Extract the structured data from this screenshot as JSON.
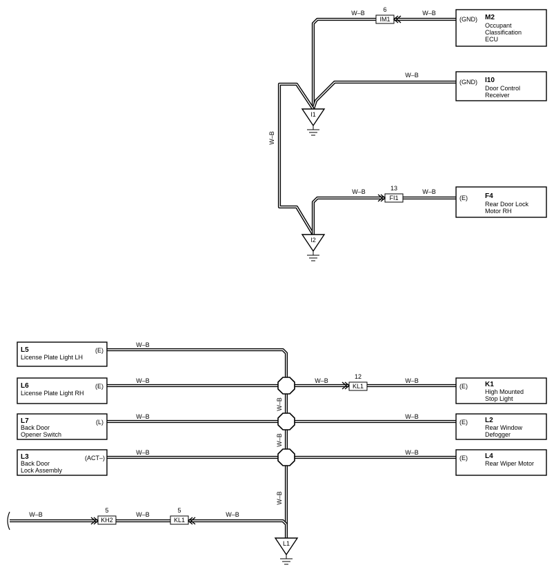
{
  "wire_color": "W–B",
  "components": {
    "m2": {
      "id": "M2",
      "line1": "Occupant",
      "line2": "Classification",
      "line3": "ECU",
      "pin": "(GND)"
    },
    "i10": {
      "id": "I10",
      "line1": "Door Control",
      "line2": "Receiver",
      "pin": "(GND)"
    },
    "f4": {
      "id": "F4",
      "line1": "Rear Door Lock",
      "line2": "Motor RH",
      "pin": "(E)"
    },
    "l5": {
      "id": "L5",
      "line1": "License Plate Light LH",
      "pin": "(E)"
    },
    "l6": {
      "id": "L6",
      "line1": "License Plate Light RH",
      "pin": "(E)"
    },
    "l7": {
      "id": "L7",
      "line1": "Back Door",
      "line2": "Opener Switch",
      "pin": "(L)"
    },
    "l3": {
      "id": "L3",
      "line1": "Back Door",
      "line2": "Lock Assembly",
      "pin": "(ACT–)"
    },
    "k1": {
      "id": "K1",
      "line1": "High Mounted",
      "line2": "Stop Light",
      "pin": "(E)"
    },
    "l2": {
      "id": "L2",
      "line1": "Rear Window",
      "line2": "Defogger",
      "pin": "(E)"
    },
    "l4": {
      "id": "L4",
      "line1": "Rear Wiper Motor",
      "pin": "(E)"
    }
  },
  "connectors": {
    "im1": {
      "name": "IM1",
      "pin": "6"
    },
    "fi1": {
      "name": "FI1",
      "pin": "13"
    },
    "kl1_top": {
      "name": "KL1",
      "pin": "12"
    },
    "kh2": {
      "name": "KH2",
      "pin": "5"
    },
    "kl1_bottom": {
      "name": "KL1",
      "pin": "5"
    }
  },
  "grounds": {
    "i1": "I1",
    "i2": "I2",
    "l1": "L1"
  }
}
